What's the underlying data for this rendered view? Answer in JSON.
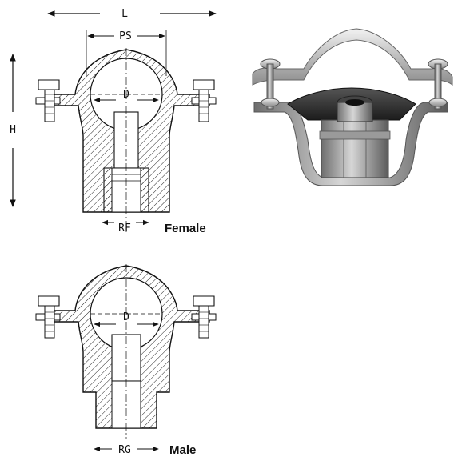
{
  "dimensions": {
    "overall_length": "L",
    "pitch_span": "PS",
    "height": "H",
    "diameter_top": "D",
    "diameter_bottom": "D",
    "female_thread": "RF",
    "male_thread": "RG"
  },
  "captions": {
    "female": "Female",
    "male": "Male"
  },
  "colors": {
    "line": "#111111",
    "hatch": "#222222",
    "steel_light": "#d8d8d8",
    "steel_dark": "#3a3a3a"
  },
  "icons": {
    "photo": "tapping-saddle-clamp-photo"
  }
}
